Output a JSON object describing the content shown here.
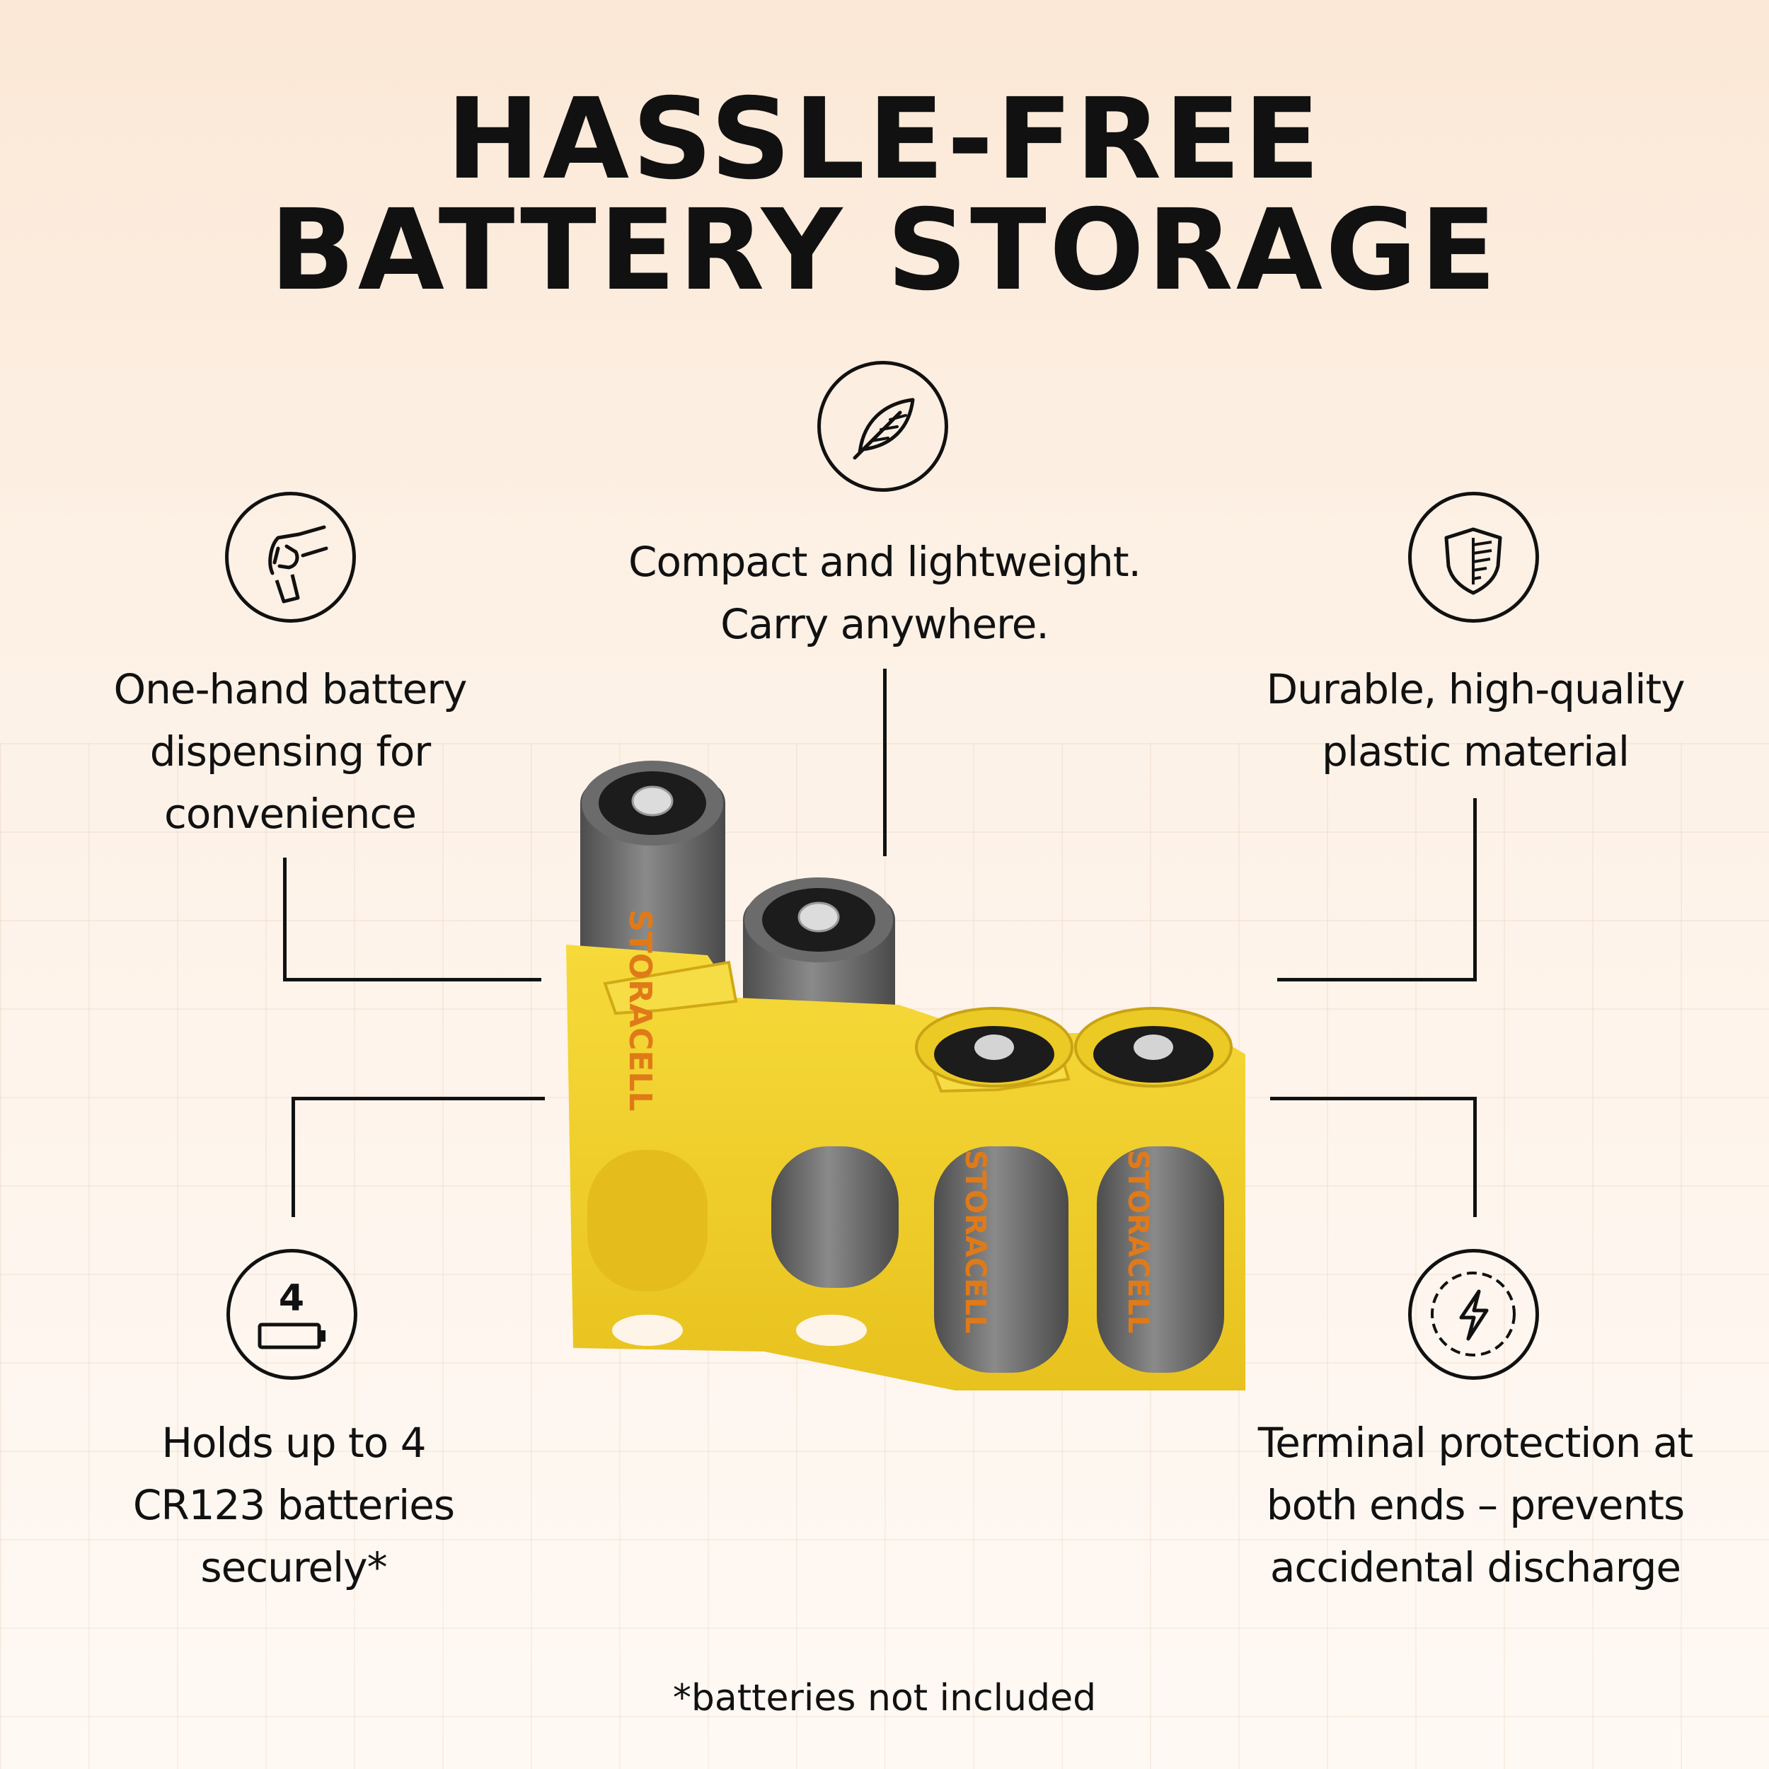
{
  "title": {
    "line1": "HASSLE-FREE",
    "line2": "BATTERY STORAGE"
  },
  "features": {
    "lightweight": {
      "line1": "Compact and lightweight.",
      "line2": "Carry anywhere.",
      "icon": "feather-icon"
    },
    "one_hand": {
      "line1": "One-hand battery",
      "line2": "dispensing for",
      "line3": "convenience",
      "icon": "hand-dispense-icon"
    },
    "durable": {
      "line1": "Durable, high-quality",
      "line2": "plastic material",
      "icon": "shield-icon"
    },
    "capacity": {
      "line1": "Holds up to 4",
      "line2": "CR123 batteries securely*",
      "icon": "battery-count-icon",
      "badge": "4"
    },
    "terminal": {
      "line1": "Terminal protection at",
      "line2": "both ends – prevents",
      "line3": "accidental discharge",
      "icon": "lightning-icon"
    }
  },
  "product": {
    "brand_text": "STORACELL",
    "batteries_shown": 4
  },
  "footnote": "*batteries not included",
  "colors": {
    "case": "#f2d12a",
    "battery": "#6f6f6f",
    "accent": "#e07a18",
    "ink": "#111111"
  }
}
